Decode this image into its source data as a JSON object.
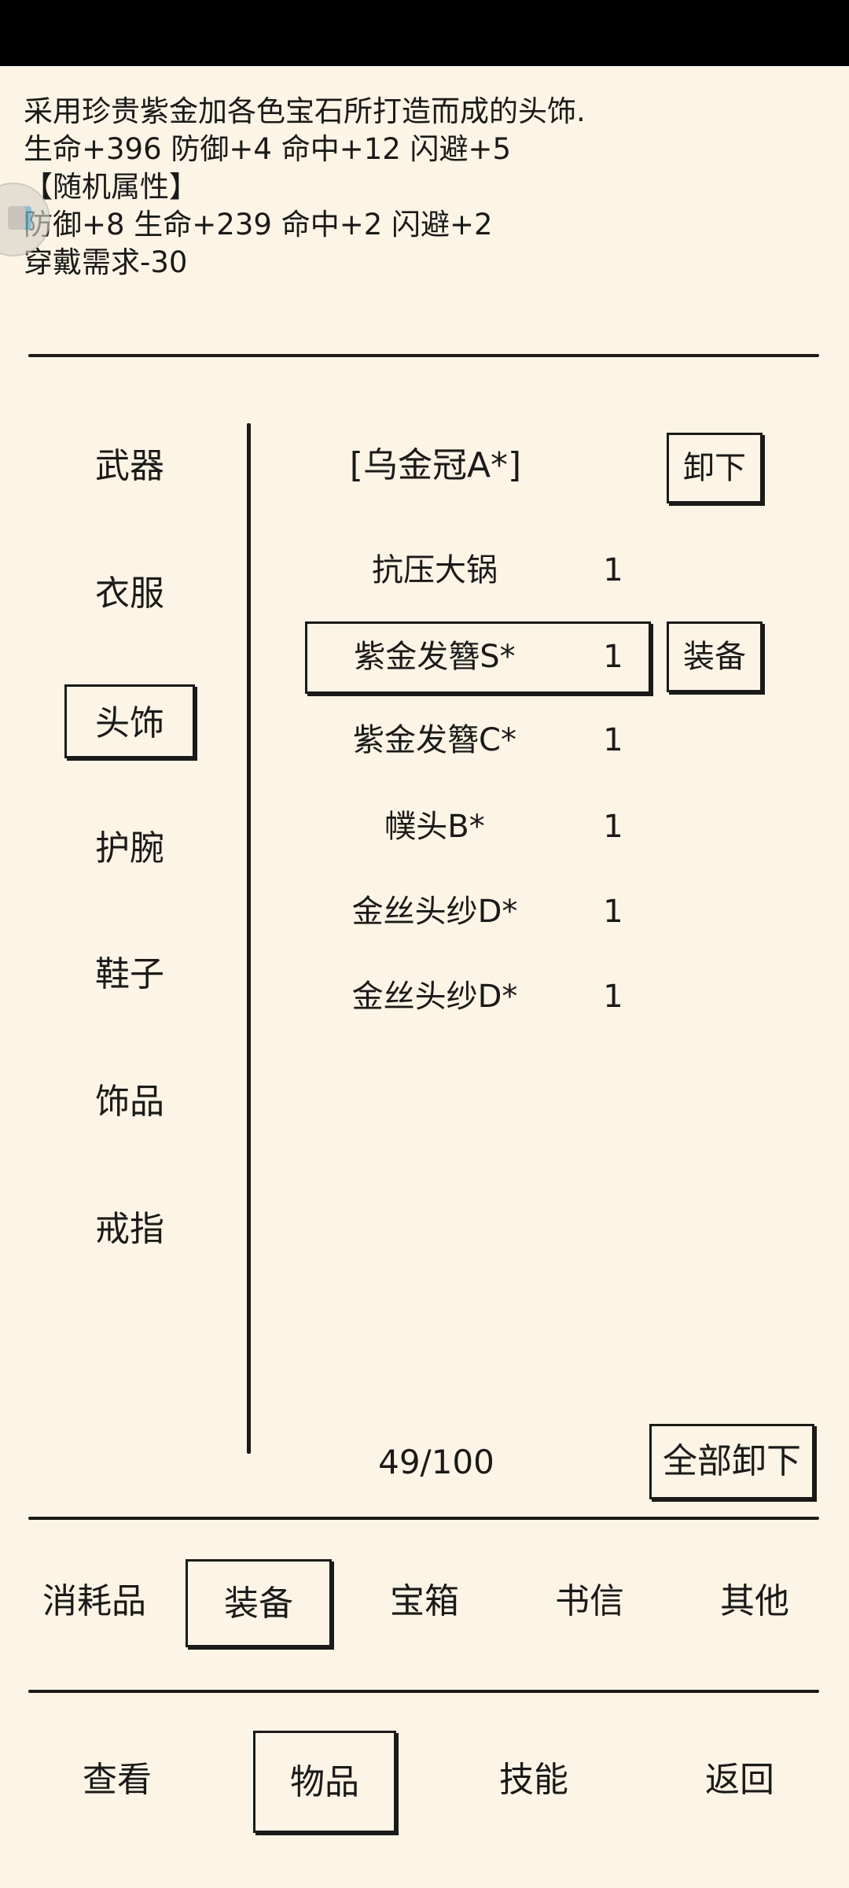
{
  "description": {
    "line1": "采用珍贵紫金加各色宝石所打造而成的头饰.",
    "line2": "生命+396 防御+4 命中+12 闪避+5",
    "line3": "【随机属性】",
    "line4": "防御+8 生命+239 命中+2 闪避+2",
    "line5": "穿戴需求-30"
  },
  "categories": [
    {
      "label": "武器"
    },
    {
      "label": "衣服"
    },
    {
      "label": "头饰"
    },
    {
      "label": "护腕"
    },
    {
      "label": "鞋子"
    },
    {
      "label": "饰品"
    },
    {
      "label": "戒指"
    }
  ],
  "selected_category": "头饰",
  "equipped": {
    "name": "[乌金冠A*]",
    "unequip_label": "卸下"
  },
  "items": [
    {
      "name": "抗压大锅",
      "qty": "1"
    },
    {
      "name": "紫金发簪S*",
      "qty": "1"
    },
    {
      "name": "紫金发簪C*",
      "qty": "1"
    },
    {
      "name": "幞头B*",
      "qty": "1"
    },
    {
      "name": "金丝头纱D*",
      "qty": "1"
    },
    {
      "name": "金丝头纱D*",
      "qty": "1"
    }
  ],
  "equip_label": "装备",
  "capacity": "49/100",
  "unequip_all_label": "全部卸下",
  "tabs": [
    {
      "label": "消耗品"
    },
    {
      "label": "装备"
    },
    {
      "label": "宝箱"
    },
    {
      "label": "书信"
    },
    {
      "label": "其他"
    }
  ],
  "nav": [
    {
      "label": "查看"
    },
    {
      "label": "物品"
    },
    {
      "label": "技能"
    },
    {
      "label": "返回"
    }
  ]
}
